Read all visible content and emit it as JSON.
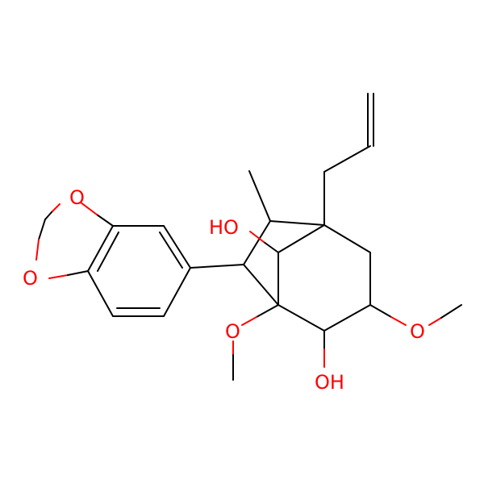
{
  "molecule": {
    "atom_color_oxygen": "#ff0000",
    "atom_color_carbon": "#000000",
    "background": "#ffffff",
    "labels": {
      "o_dioxole_top": "O",
      "o_dioxole_bottom": "O",
      "ho_bridge": "HO",
      "o_methoxy_left": "O",
      "o_methoxy_right": "O",
      "oh_bottom": "OH"
    }
  }
}
